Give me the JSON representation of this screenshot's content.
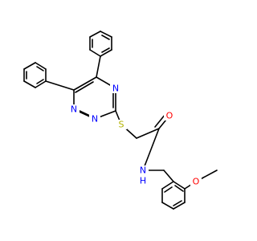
{
  "atom_labels": {
    "n_triazine_4": "N",
    "n_triazine_1": "N",
    "n_triazine_2": "N",
    "sulfur": "S",
    "carbonyl_oxygen": "O",
    "amide_nh": "N",
    "amide_h": "H",
    "methoxy_oxygen": "O"
  },
  "colors": {
    "bond": "#000000",
    "nitrogen": "#0000ff",
    "sulfur": "#b3b300",
    "oxygen": "#ff0000"
  }
}
